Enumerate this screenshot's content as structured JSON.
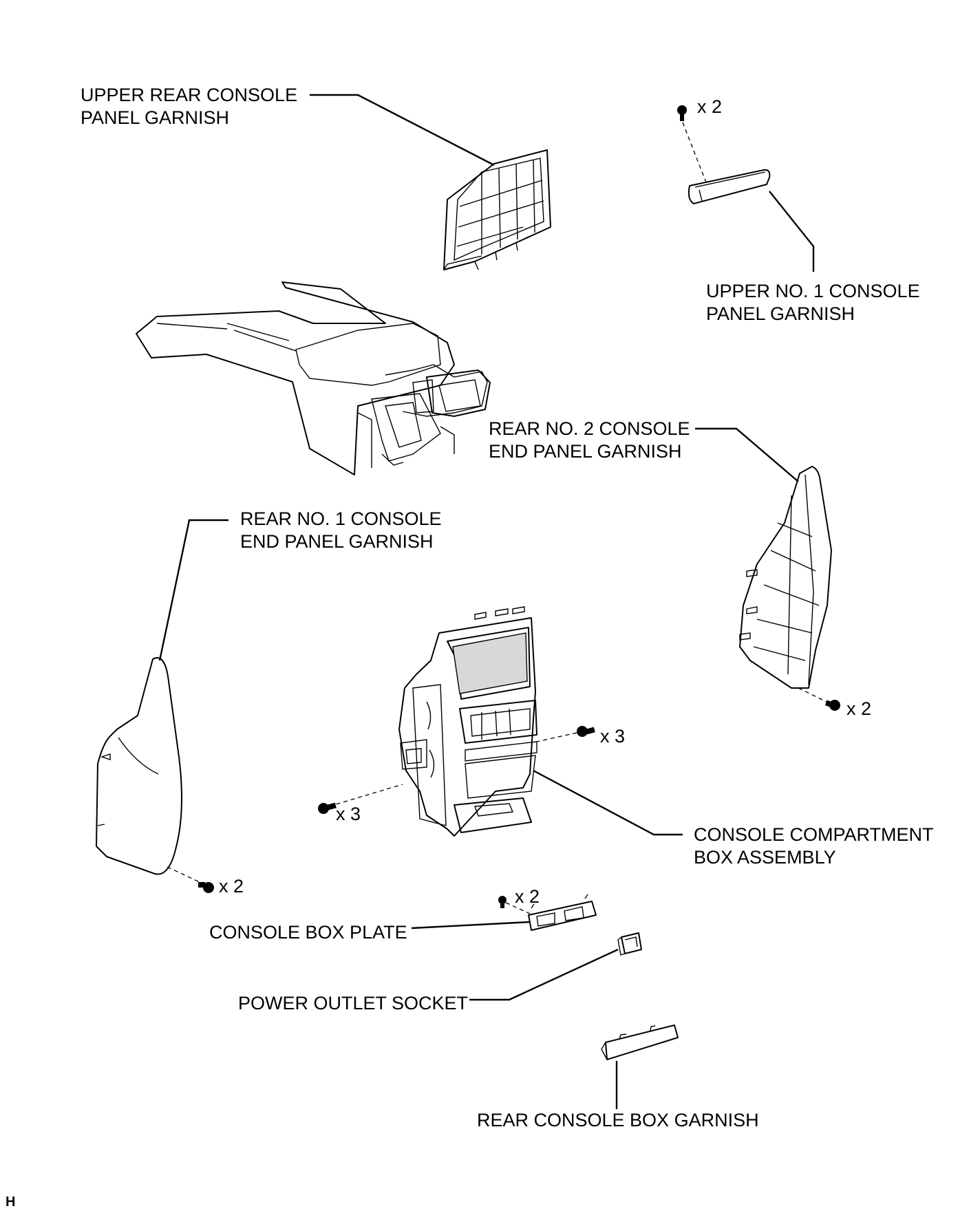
{
  "labels": {
    "upper_rear_console_panel_garnish": [
      "UPPER REAR CONSOLE",
      "PANEL GARNISH"
    ],
    "upper_no1_console_panel_garnish": [
      "UPPER NO. 1 CONSOLE",
      "PANEL GARNISH"
    ],
    "rear_no2_console_end_panel_garnish": [
      "REAR NO. 2 CONSOLE",
      "END PANEL GARNISH"
    ],
    "rear_no1_console_end_panel_garnish": [
      "REAR NO. 1 CONSOLE",
      "END PANEL GARNISH"
    ],
    "console_compartment_box_assembly": [
      "CONSOLE COMPARTMENT",
      "BOX ASSEMBLY"
    ],
    "console_box_plate": "CONSOLE BOX PLATE",
    "power_outlet_socket": "POWER OUTLET SOCKET",
    "rear_console_box_garnish": "REAR CONSOLE BOX GARNISH"
  },
  "quantities": {
    "upper_no1_clips": "x 2",
    "rear_no2_screws": "x 2",
    "box_right_screws": "x 3",
    "box_left_screws": "x 3",
    "rear_no1_screws": "x 2",
    "plate_screws": "x 2"
  },
  "corner_mark": "H"
}
